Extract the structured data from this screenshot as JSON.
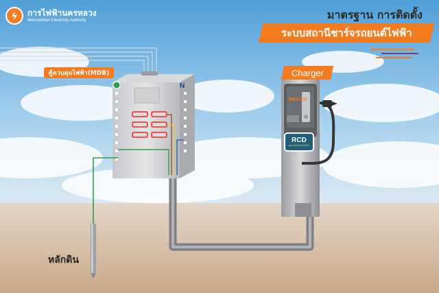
{
  "logo": {
    "name_th": "การไฟฟ้านครหลวง",
    "name_en": "Metropolitan Electricity Authority"
  },
  "title": {
    "subtitle": "มาตรฐาน การติดตั้ง",
    "main": "ระบบสถานีชาร์จรถยนต์ไฟฟ้า"
  },
  "mdb": {
    "label": "ตู้ควบคุมไฟฟ้า(MDB)",
    "neutral_mark": "N"
  },
  "charger": {
    "label": "Charger",
    "brand": "MEA EV",
    "rcd_title": "RCD",
    "rcd_subtitle": "อุปกรณ์ป้องกันไฟรั่ว"
  },
  "ground_rod": {
    "label": "หลักดิน"
  },
  "colors": {
    "accent": "#f37b20",
    "wire_green": "#2e9e4a",
    "wire_brown": "#8a5a2b",
    "wire_blue": "#2b5fb5",
    "conduit": "#8d8f92"
  }
}
